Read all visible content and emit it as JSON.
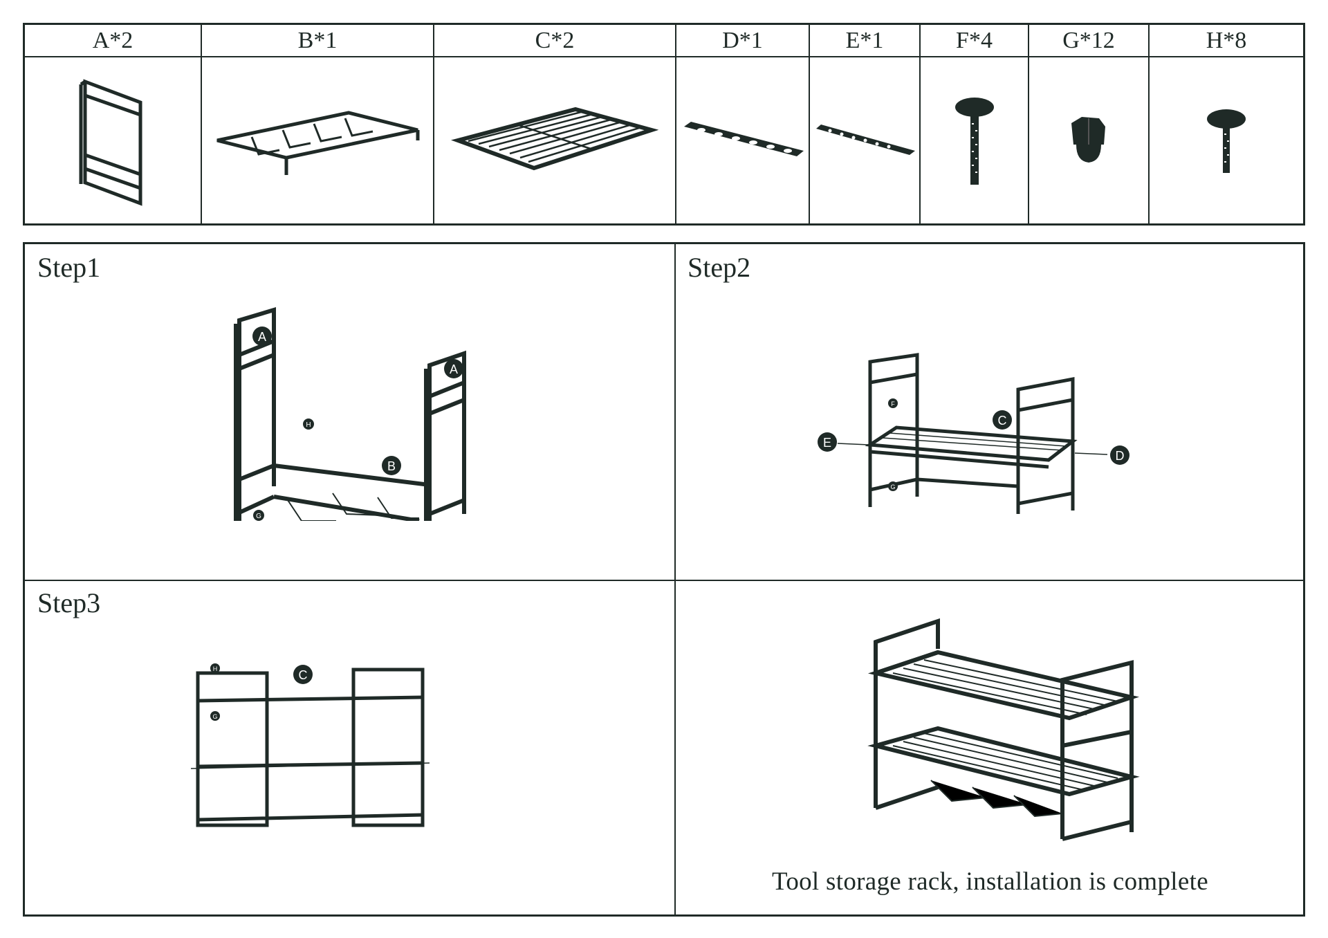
{
  "parts": [
    {
      "letter": "A",
      "label": "A*2"
    },
    {
      "letter": "B",
      "label": "B*1"
    },
    {
      "letter": "C",
      "label": "C*2"
    },
    {
      "letter": "D",
      "label": "D*1"
    },
    {
      "letter": "E",
      "label": "E*1"
    },
    {
      "letter": "F",
      "label": "F*4"
    },
    {
      "letter": "G",
      "label": "G*12"
    },
    {
      "letter": "H",
      "label": "H*8"
    }
  ],
  "steps": {
    "step1": {
      "title": "Step1",
      "callouts": {
        "A": "A",
        "B": "B",
        "H": "H",
        "G": "G"
      }
    },
    "step2": {
      "title": "Step2",
      "callouts": {
        "C": "C",
        "D": "D",
        "E": "E",
        "F": "F",
        "G": "G"
      }
    },
    "step3": {
      "title": "Step3",
      "callouts": {
        "C": "C",
        "H": "H",
        "G": "G"
      }
    },
    "final": {
      "caption": "Tool storage rack, installation is complete"
    }
  },
  "colors": {
    "ink": "#1f2a27"
  }
}
